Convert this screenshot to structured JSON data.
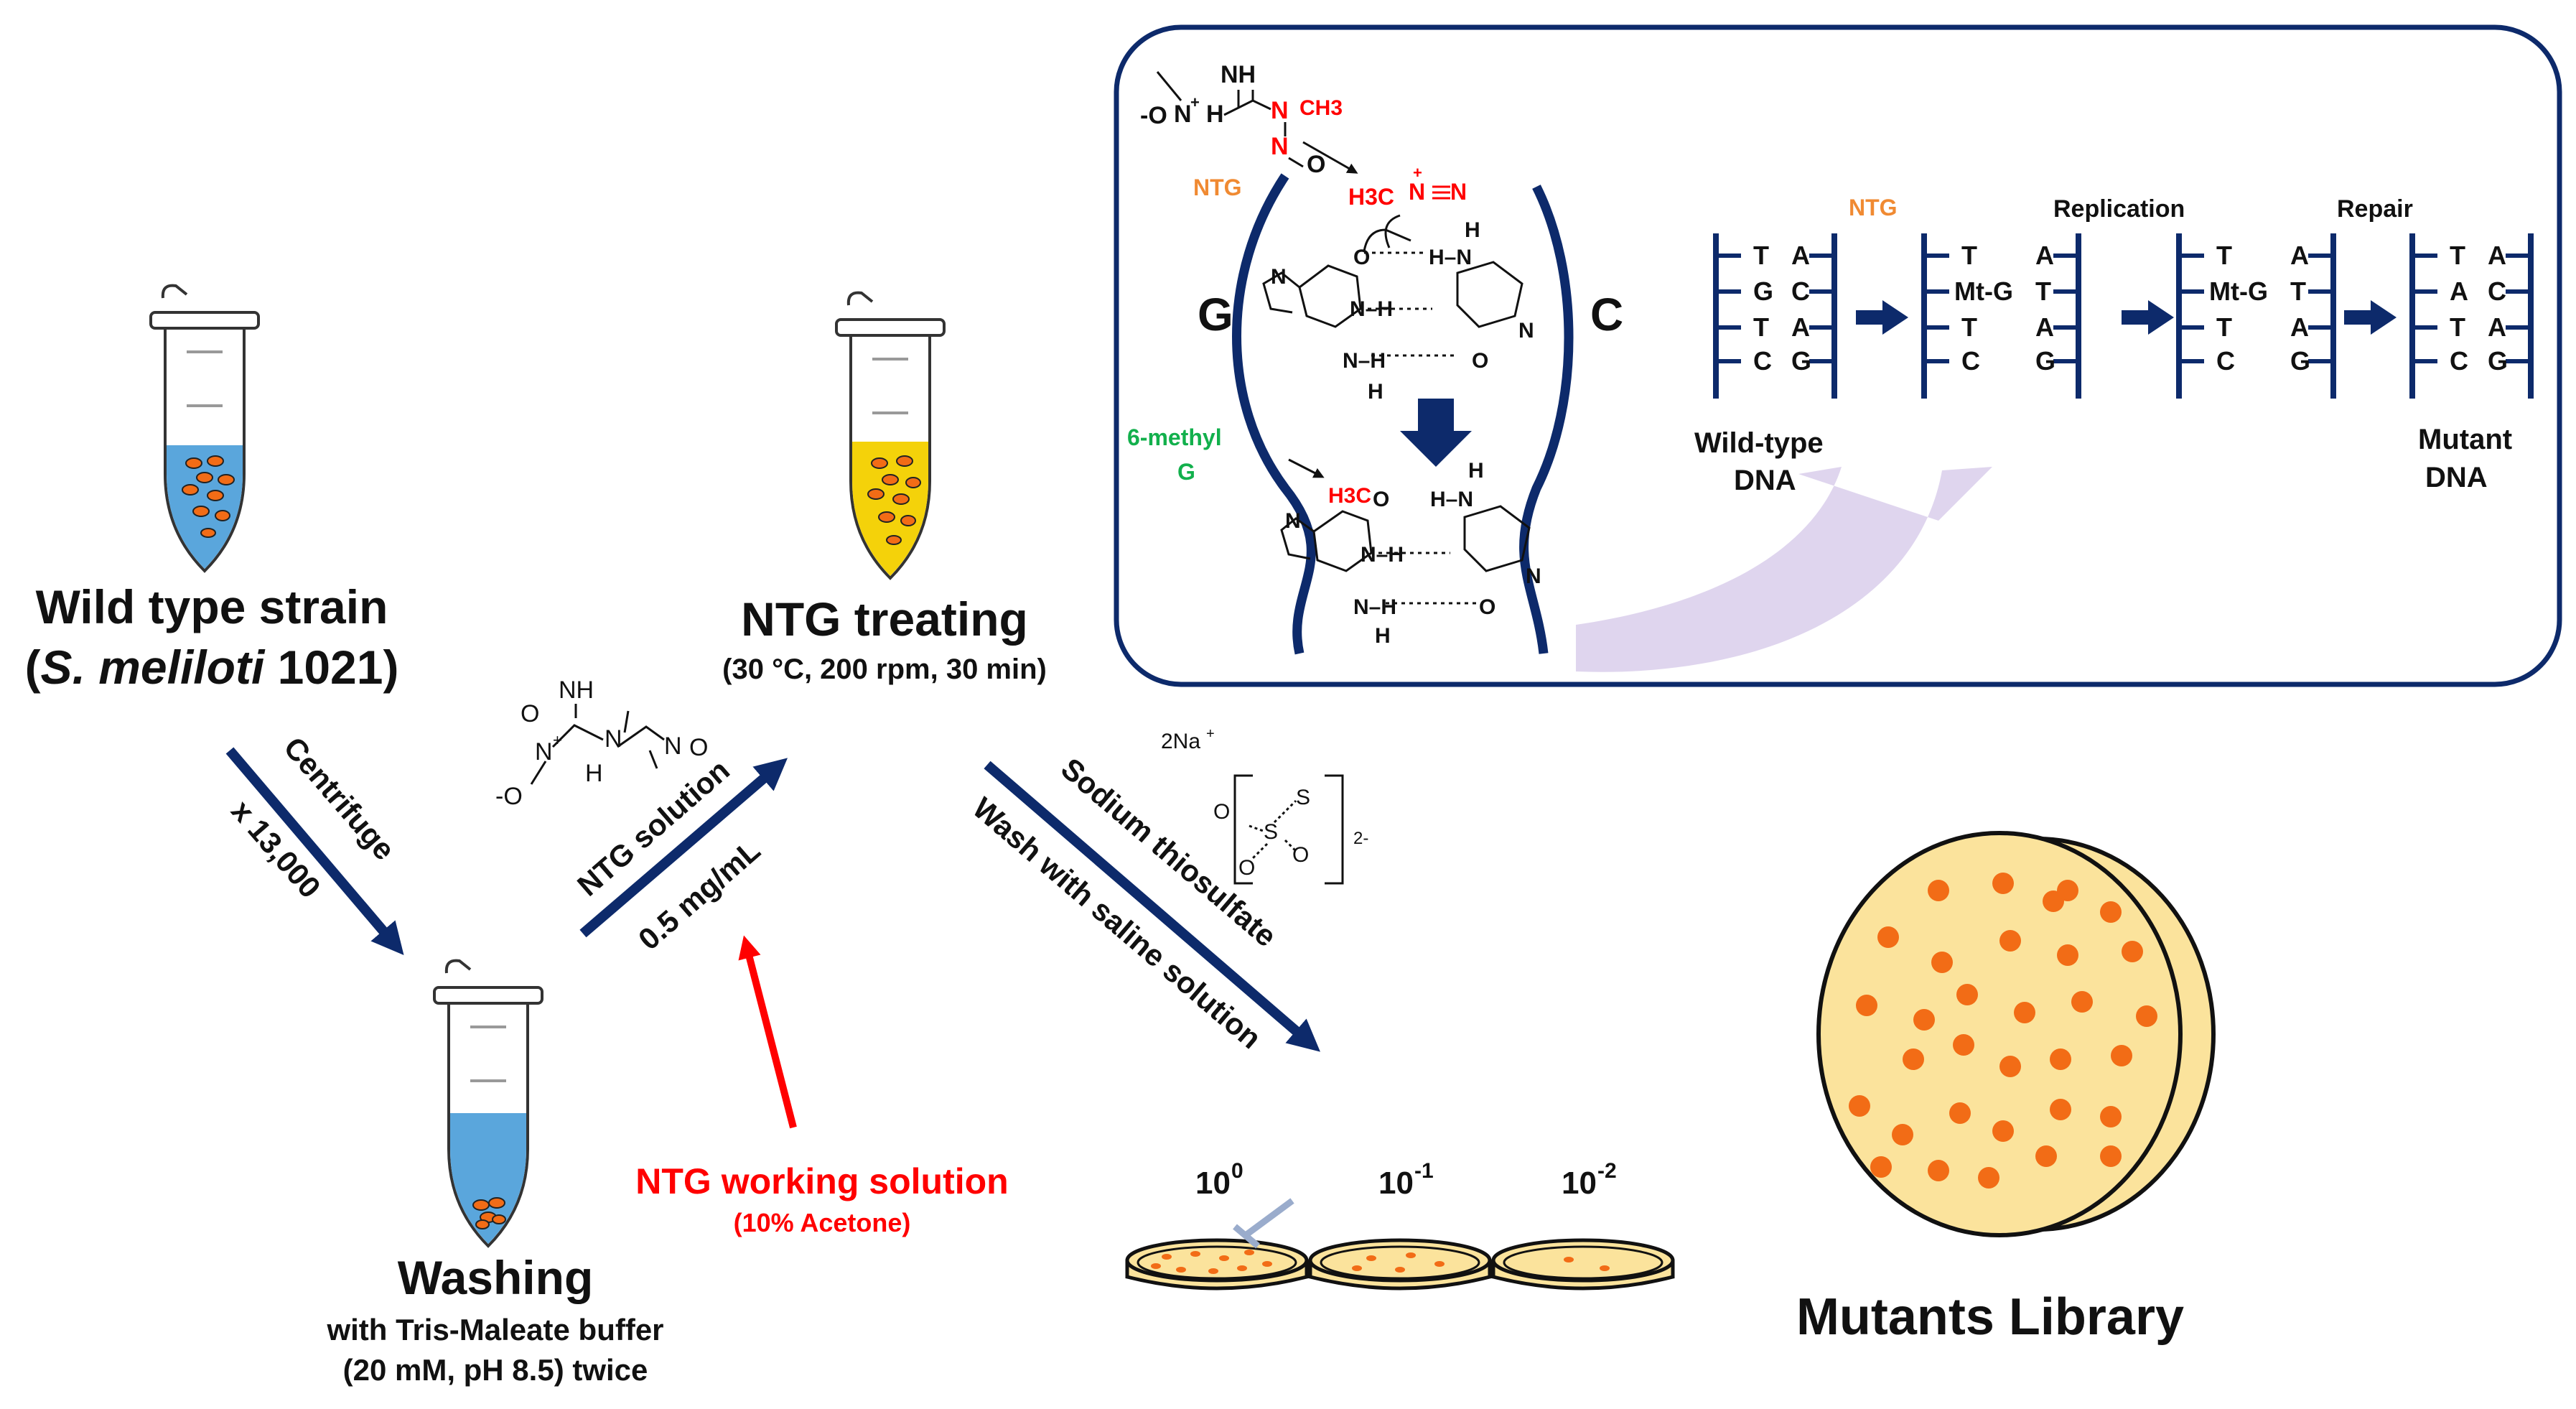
{
  "colors": {
    "navy": "#0d2a6b",
    "red": "#ff0000",
    "orange": "#f08a32",
    "green": "#12b04c",
    "blue_liquid": "#5aa6dc",
    "yellow_liquid": "#f4d20a",
    "plate_fill": "#fbe39c",
    "colony": "#f26c16",
    "lavender": "#dcd0ec"
  },
  "icons": [
    "microtube-icon",
    "petri-dish-icon",
    "dna-ladder-icon",
    "chemical-structure-icon"
  ],
  "steps": {
    "wild_type": {
      "title": "Wild type strain",
      "paren_open": "(",
      "species": "S. meliloti",
      "strain": " 1021)"
    },
    "centrifuge": {
      "line1": "Centrifuge",
      "line2": "x 13,000"
    },
    "washing": {
      "title": "Washing",
      "line1": "with Tris-Maleate buffer",
      "line2": "(20 mM, pH 8.5) twice"
    },
    "ntg_solution": {
      "line1": "NTG solution",
      "line2": "0.5 mg/mL"
    },
    "ntg_treating": {
      "title": "NTG treating",
      "conditions": "(30 °C, 200 rpm, 30 min)"
    },
    "working_solution": {
      "title": "NTG working solution",
      "sub": "(10% Acetone)"
    },
    "thiosulfate": {
      "line1": "Sodium thiosulfate",
      "line2": "Wash with saline solution"
    },
    "dilutions": [
      {
        "base": "10",
        "exp": "0"
      },
      {
        "base": "10",
        "exp": "-1"
      },
      {
        "base": "10",
        "exp": "-2"
      }
    ],
    "library": "Mutants Library"
  },
  "chem": {
    "ntg_small": {
      "nh": "NH",
      "n1": "N",
      "n2": "N",
      "plus": "+",
      "o_minus": "-O",
      "h": "H",
      "o": "O",
      "eq_n": "N",
      "eq_o": "O"
    },
    "thio": {
      "na": "2Na",
      "plus": "+",
      "s_top": "S",
      "s_mid": "S",
      "o1": "O",
      "o2": "O",
      "o3": "O",
      "charge": "2-"
    }
  },
  "mechanism": {
    "ntg_label": "NTG",
    "g_label": "G",
    "c_label": "C",
    "methyl_g_line1": "6-methyl",
    "methyl_g_line2": "G",
    "struct_top": {
      "nh": "NH",
      "n_plus": "N",
      "plus": "+",
      "o_minus": "-O",
      "h": "H",
      "n_me": "N",
      "ch3": "CH3",
      "n_nitroso": "N",
      "o_nitroso": "O"
    },
    "diazonium": {
      "h3c": "H3C",
      "n1": "N",
      "plus": "+",
      "n2": "N"
    },
    "atoms_top": {
      "o": "O",
      "h": "H",
      "n": "N",
      "nh_a": "N–H",
      "nh_b": "N–H",
      "h_n": "H–N",
      "o2": "O",
      "h2": "H",
      "h3": "H",
      "n2": "N"
    },
    "atoms_bottom": {
      "h3c": "H3C",
      "o": "O",
      "h_n": "H–N",
      "h": "H",
      "n_h": "N–H",
      "nh": "N–H",
      "o2": "O",
      "h2": "H",
      "n": "N",
      "n2": "N"
    }
  },
  "replication": {
    "ntg_label": "NTG",
    "replication_label": "Replication",
    "repair_label": "Repair",
    "wild_type_label_1": "Wild-type",
    "wild_type_label_2": "DNA",
    "mutant_label_1": "Mutant",
    "mutant_label_2": "DNA",
    "ladders": [
      [
        [
          "T",
          "A"
        ],
        [
          "G",
          "C"
        ],
        [
          "T",
          "A"
        ],
        [
          "C",
          "G"
        ]
      ],
      [
        [
          "T",
          "A"
        ],
        [
          "Mt-G",
          "T"
        ],
        [
          "T",
          "A"
        ],
        [
          "C",
          "G"
        ]
      ],
      [
        [
          "T",
          "A"
        ],
        [
          "Mt-G",
          "T"
        ],
        [
          "T",
          "A"
        ],
        [
          "C",
          "G"
        ]
      ],
      [
        [
          "T",
          "A"
        ],
        [
          "A",
          "C"
        ],
        [
          "T",
          "A"
        ],
        [
          "C",
          "G"
        ]
      ]
    ]
  }
}
